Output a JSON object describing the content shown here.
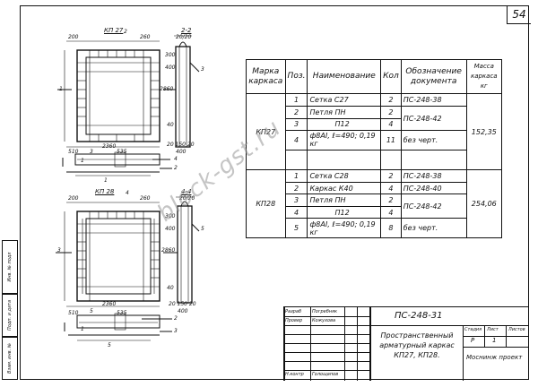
{
  "page_number": "54",
  "watermark": "block-gst.ru",
  "drawings": {
    "kp27": {
      "title": "КП 27",
      "section_title": "2-2",
      "dims": {
        "d200": "200",
        "d2": "2",
        "d260": "260",
        "d20_20": "20/20",
        "d300": "300",
        "d400": "400",
        "d2860": "2860",
        "d40": "40",
        "d2360": "2360",
        "d150_20": "20 150 20",
        "d150": "150",
        "d400b": "400",
        "d510": "510",
        "d535": "535"
      },
      "callouts": {
        "c1": "1",
        "c2": "2",
        "c3": "3",
        "c4": "4"
      },
      "section_marks": {
        "s2": "2",
        "s1": "1",
        "s3": "3",
        "s3b": "3",
        "s1b": "1"
      }
    },
    "kp28": {
      "title": "КП 28",
      "section_title": "4-4",
      "dims": {
        "d200": "200",
        "d4": "4",
        "d260": "260",
        "d20_20": "20/20",
        "d300": "300",
        "d400": "400",
        "d2860": "2860",
        "d40": "40",
        "d2360": "2360",
        "d150_20": "20 150 20",
        "d150": "150",
        "d400b": "400",
        "d510": "510",
        "d535": "535"
      },
      "callouts": {
        "c1": "1",
        "c2": "2",
        "c3": "3",
        "c5": "5"
      },
      "section_marks": {
        "s4": "4",
        "s3": "3",
        "s5": "5",
        "s3b": "3",
        "s5b": "5"
      }
    }
  },
  "spec_table": {
    "headers": {
      "mark": "Марка каркаса",
      "pos": "Поз.",
      "name": "Наименование",
      "qty": "Кол",
      "doc": "Обозначение документа",
      "mass": "Масса каркаса кг"
    },
    "groups": [
      {
        "mark": "КП27",
        "mass": "152,35",
        "rows": [
          {
            "pos": "1",
            "name": "Сетка С27",
            "qty": "2",
            "doc": "ПС-248-38"
          },
          {
            "pos": "2",
            "name": "Петля ПН",
            "qty": "2",
            "doc": "ПС-248-42"
          },
          {
            "pos": "3",
            "name": "П12",
            "qty": "4",
            "doc": ""
          },
          {
            "pos": "4",
            "name": "ф8АI, ℓ=490; 0,19 кг",
            "qty": "11",
            "doc": "без черт."
          }
        ]
      },
      {
        "mark": "КП28",
        "mass": "254,06",
        "rows": [
          {
            "pos": "1",
            "name": "Сетка С28",
            "qty": "2",
            "doc": "ПС-248-38"
          },
          {
            "pos": "2",
            "name": "Каркас К40",
            "qty": "4",
            "doc": "ПС-248-40"
          },
          {
            "pos": "3",
            "name": "Петля ПН",
            "qty": "2",
            "doc": "ПС-248-42"
          },
          {
            "pos": "4",
            "name": "П12",
            "qty": "4",
            "doc": ""
          },
          {
            "pos": "5",
            "name": "ф8АI, ℓ=490; 0,19 кг",
            "qty": "8",
            "doc": "без черт."
          }
        ]
      }
    ]
  },
  "title_block": {
    "doc_code": "ПС-248-31",
    "title": "Пространственный арматурный каркас КП27, КП28.",
    "stage_label": "Стадия",
    "sheet_label": "Лист",
    "sheets_label": "Листов",
    "stage_value": "Р",
    "sheet_value": "1",
    "org": "Моснинж проект",
    "roles": {
      "dev_label": "Разраб",
      "dev_name": "Погребняк",
      "check_label": "Провер",
      "check_name": "Кожухова",
      "norm_label": "Н.контр",
      "norm_name": "Голощапов"
    }
  },
  "sidebar": {
    "labels": [
      "Инв. № подл",
      "Подп. и дата",
      "Взам. инв. №"
    ]
  }
}
